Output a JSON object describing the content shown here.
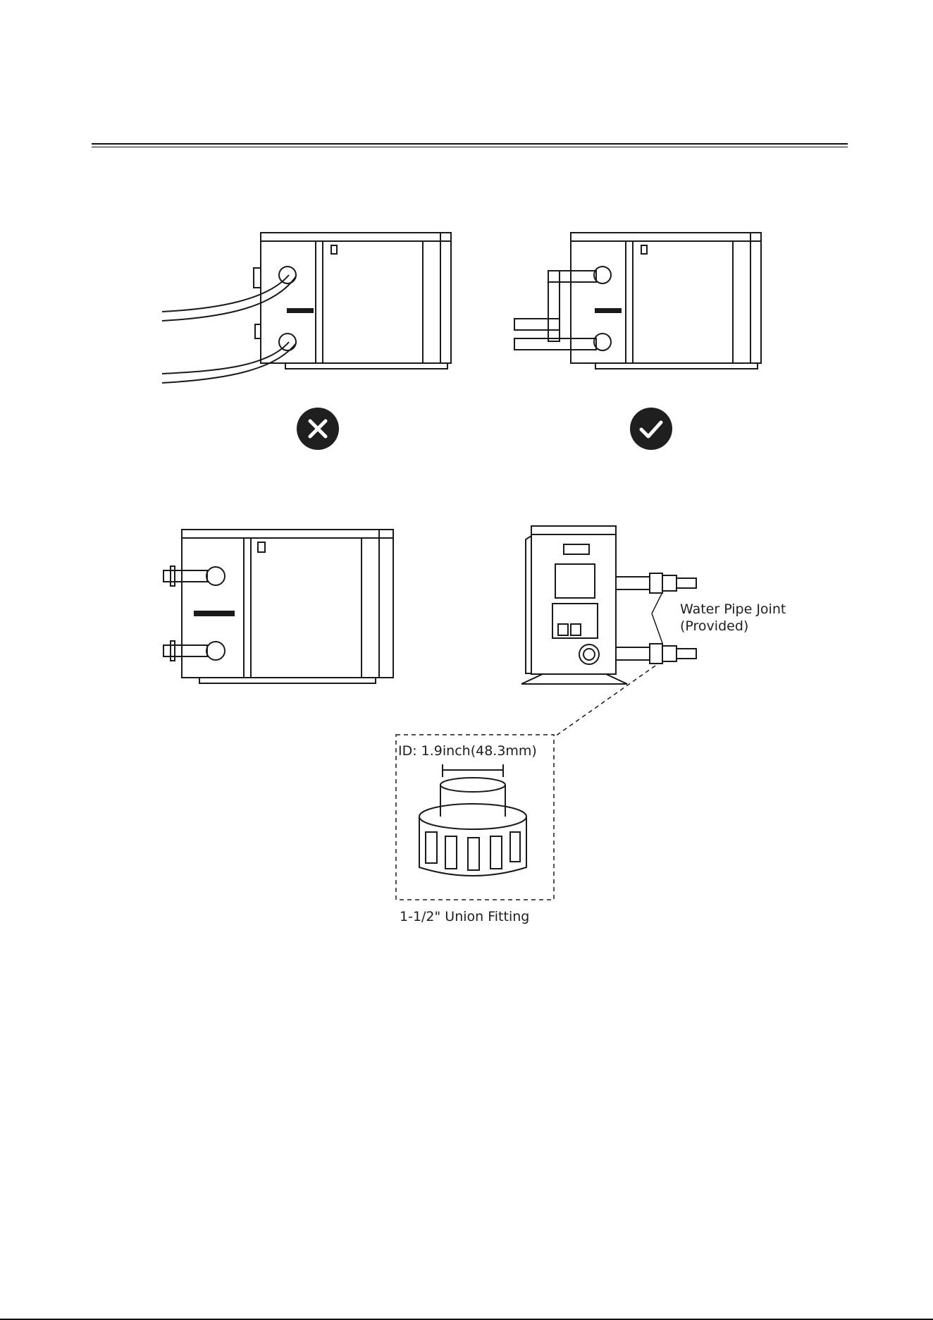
{
  "labels": {
    "water_pipe_joint_line1": "Water Pipe Joint",
    "water_pipe_joint_line2": "(Provided)",
    "inner_diameter": "ID: 1.9inch(48.3mm)",
    "union_fitting": "1-1/2\" Union Fitting"
  },
  "icons": {
    "wrong": "x-mark-icon",
    "correct": "check-mark-icon"
  },
  "colors": {
    "line": "#1a1a1a",
    "icon_fill": "#1f1f1f",
    "icon_glyph": "#ffffff"
  }
}
